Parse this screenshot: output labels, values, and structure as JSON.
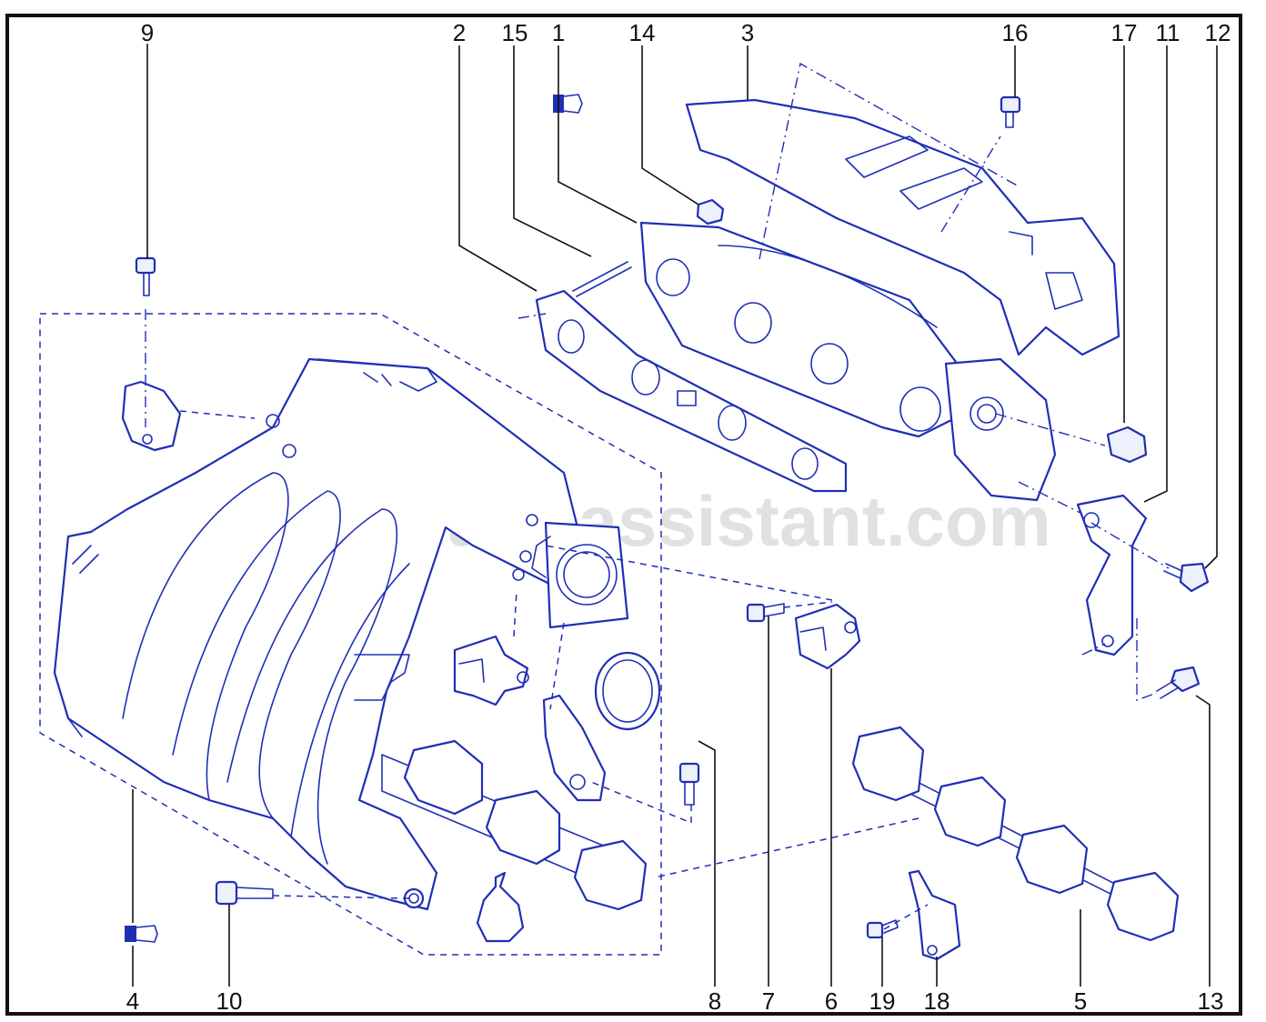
{
  "watermark": "www.partsassistant.com",
  "colors": {
    "line_art": "#1f2fb5",
    "frame": "#111111",
    "watermark": "#c8c8c8"
  },
  "callouts": {
    "c1": "1",
    "c2": "2",
    "c3": "3",
    "c4": "4",
    "c5": "5",
    "c6": "6",
    "c7": "7",
    "c8": "8",
    "c9": "9",
    "c10": "10",
    "c11": "11",
    "c12": "12",
    "c13": "13",
    "c14": "14",
    "c15": "15",
    "c16": "16",
    "c17": "17",
    "c18": "18",
    "c19": "19"
  }
}
